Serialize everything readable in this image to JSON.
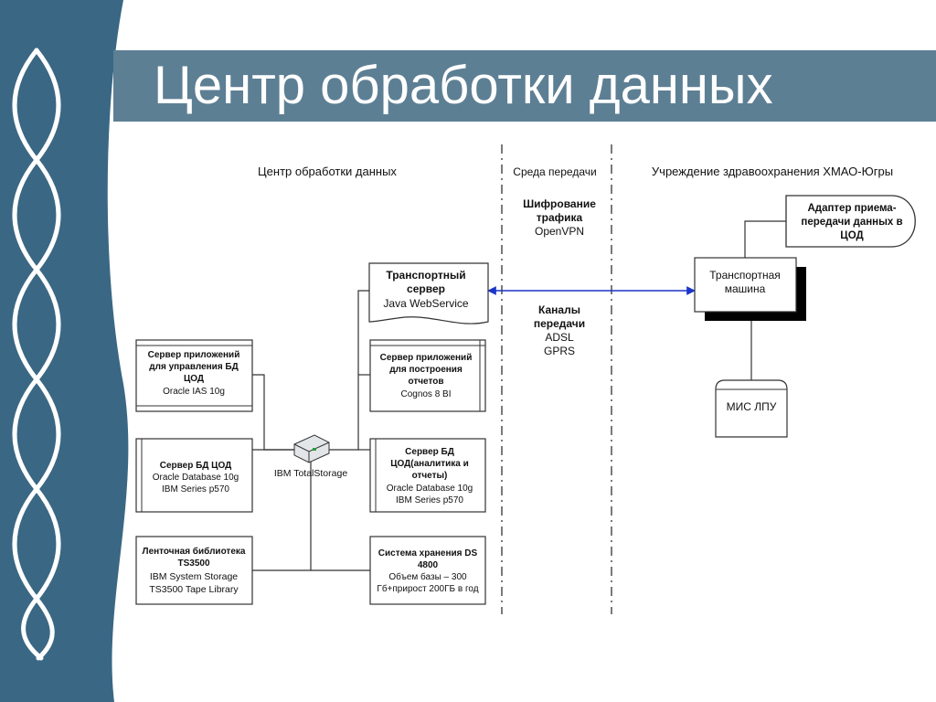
{
  "title": "Центр обработки данных",
  "columns": {
    "left": "Центр обработки данных",
    "middle": "Среда передачи",
    "right": "Учреждение здравоохранения ХМАО-Югры"
  },
  "encryption": {
    "lines": [
      "Шифрование",
      "трафика"
    ],
    "sub": "OpenVPN"
  },
  "channels": {
    "lines": [
      "Каналы",
      "передачи"
    ],
    "sub": [
      "ADSL",
      "GPRS"
    ]
  },
  "transport_server": {
    "lines": [
      "Транспортный",
      "сервер"
    ],
    "sub": [
      "Java WebService"
    ]
  },
  "report_server": {
    "lines": [
      "Сервер приложений",
      "для построения",
      "отчетов"
    ],
    "sub": [
      "Cognos 8 BI"
    ]
  },
  "db_server_analytics": {
    "lines": [
      "Сервер БД",
      "ЦОД(аналитика и",
      "отчеты)"
    ],
    "sub": [
      "Oracle Database 10g",
      "IBM Series p570"
    ]
  },
  "storage_ds": {
    "lines": [
      "Система хранения DS",
      "4800"
    ],
    "sub": [
      "Объем базы – 300",
      "Гб+прирост 200ГБ в год"
    ]
  },
  "app_server": {
    "lines": [
      "Сервер приложений",
      "для управления БД",
      "ЦОД"
    ],
    "sub": [
      "Oracle IAS 10g"
    ]
  },
  "db_server": {
    "lines": [
      "Сервер БД ЦОД"
    ],
    "sub": [
      "Oracle Database 10g",
      "IBM Series p570"
    ]
  },
  "tape_library": {
    "lines": [
      "Ленточная библиотека",
      "TS3500"
    ],
    "sub": [
      "IBM System Storage",
      "TS3500 Tape Library"
    ]
  },
  "switch": {
    "label": "IBM TotalStorage"
  },
  "adapter": {
    "lines": [
      "Адаптер приема-",
      "передачи данных в",
      "ЦОД"
    ]
  },
  "transport_machine": {
    "lines": [
      "Транспортная",
      "машина"
    ]
  },
  "mis": {
    "label": "МИС ЛПУ"
  },
  "colors": {
    "banner": "#5d7f94",
    "sidebar": "#3a6784",
    "arrow": "#1a35c8"
  }
}
